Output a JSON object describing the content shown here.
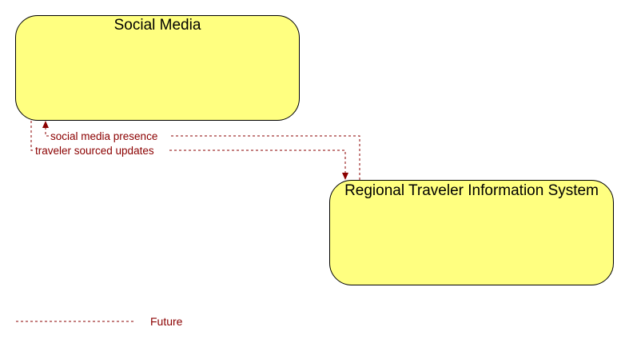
{
  "nodes": {
    "social_media": {
      "label": "Social Media"
    },
    "rtis": {
      "label": "Regional Traveler Information System"
    }
  },
  "flows": {
    "social_media_presence": {
      "label": "social media presence",
      "from": "Regional Traveler Information System",
      "to": "Social Media",
      "status": "Future"
    },
    "traveler_sourced_updates": {
      "label": "traveler sourced updates",
      "from": "Social Media",
      "to": "Regional Traveler Information System",
      "status": "Future"
    }
  },
  "legend": {
    "future_label": "Future"
  },
  "colors": {
    "node_fill": "#ffff80",
    "node_border": "#000000",
    "future_flow": "#8b0000"
  }
}
